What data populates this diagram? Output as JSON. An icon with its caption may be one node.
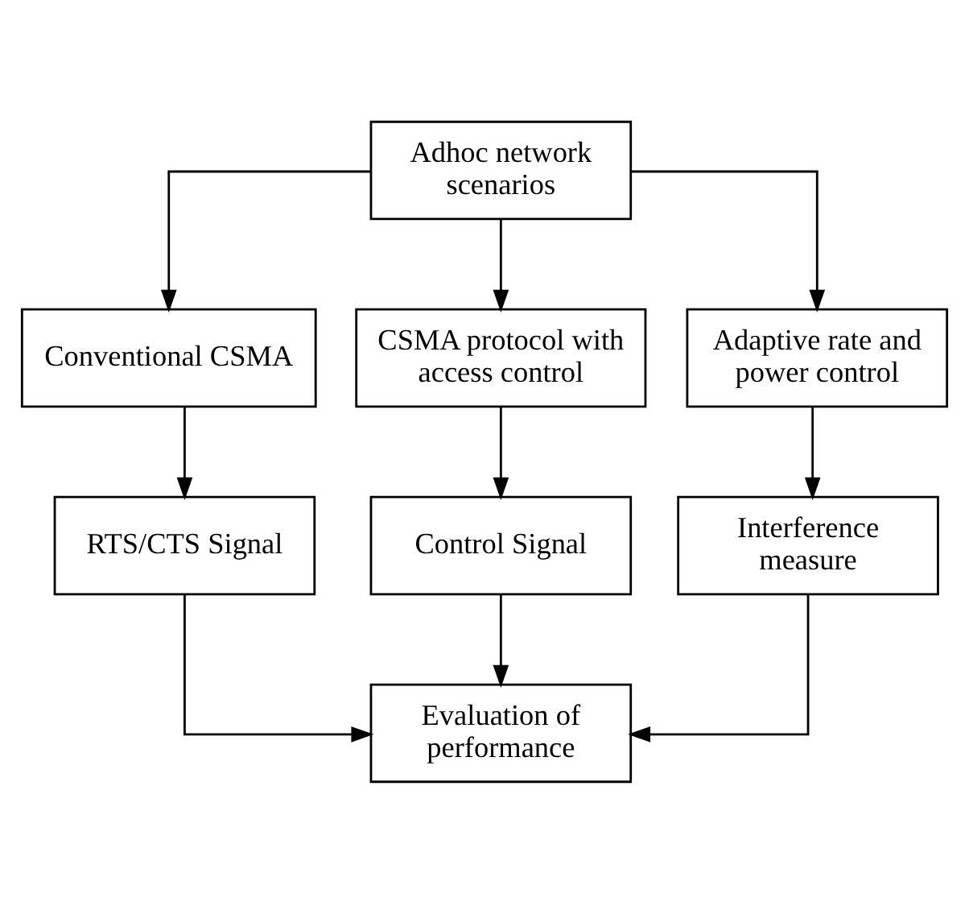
{
  "diagram": {
    "nodes": [
      {
        "text": [
          "Adhoc network scenarios"
        ]
      },
      {
        "text": [
          "Conventional CSMA"
        ]
      },
      {
        "text": [
          "CSMA protocol with access control"
        ]
      },
      {
        "text": [
          "Adaptive rate and power control"
        ]
      },
      {
        "text": [
          "RTS/CTS Signal"
        ]
      },
      {
        "text": [
          "Control Signal"
        ]
      },
      {
        "text": [
          "Interference measure"
        ]
      },
      {
        "text": [
          "Evaluation of performance"
        ]
      }
    ],
    "edges": [
      {
        "from": 0,
        "to": 1,
        "arrow": "to"
      },
      {
        "from": 0,
        "to": 2,
        "arrow": "to"
      },
      {
        "from": 0,
        "to": 3,
        "arrow": "to"
      },
      {
        "from": 1,
        "to": 4,
        "arrow": "to"
      },
      {
        "from": 2,
        "to": 5,
        "arrow": "to"
      },
      {
        "from": 3,
        "to": 6,
        "arrow": "to"
      },
      {
        "from": 4,
        "to": 7,
        "arrow": "to"
      },
      {
        "from": 5,
        "to": 7,
        "arrow": "to"
      },
      {
        "from": 6,
        "to": 7,
        "arrow": "to"
      }
    ]
  }
}
